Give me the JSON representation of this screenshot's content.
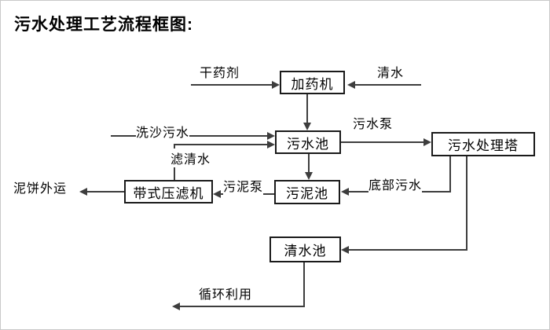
{
  "title": "污水处理工艺流程框图:",
  "colors": {
    "background": "#ffffff",
    "border": "#1a1a1a",
    "line": "#3d3d3d",
    "text": "#000000"
  },
  "diagram": {
    "nodes": [
      {
        "id": "dosing-machine",
        "label": "加药机"
      },
      {
        "id": "sewage-pool",
        "label": "污水池"
      },
      {
        "id": "sewage-treatment-tower",
        "label": "污水处理塔"
      },
      {
        "id": "sludge-pool",
        "label": "污泥池"
      },
      {
        "id": "belt-filter-press",
        "label": "带式压滤机"
      },
      {
        "id": "clean-water-pool",
        "label": "清水池"
      }
    ],
    "edge_labels": [
      {
        "id": "dry-chemical",
        "text": "干药剂"
      },
      {
        "id": "clean-water",
        "text": "清水"
      },
      {
        "id": "sand-washing-sewage",
        "text": "洗沙污水"
      },
      {
        "id": "filtered-water",
        "text": "滤清水"
      },
      {
        "id": "sewage-pump",
        "text": "污水泵"
      },
      {
        "id": "bottom-sewage",
        "text": "底部污水"
      },
      {
        "id": "sludge-pump",
        "text": "污泥泵"
      },
      {
        "id": "mud-cake-out",
        "text": "泥饼外运"
      },
      {
        "id": "recycle",
        "text": "循环利用"
      }
    ],
    "edges": [
      {
        "from": "dry-chemical-source",
        "to": "dosing-machine",
        "label": "干药剂"
      },
      {
        "from": "clean-water-source",
        "to": "dosing-machine",
        "label": "清水"
      },
      {
        "from": "dosing-machine",
        "to": "sewage-pool",
        "label": ""
      },
      {
        "from": "sand-washing-sewage-source",
        "to": "sewage-pool",
        "label": "洗沙污水"
      },
      {
        "from": "belt-filter-press",
        "to": "sewage-pool",
        "label": "滤清水"
      },
      {
        "from": "sewage-pool",
        "to": "sewage-treatment-tower",
        "label": "污水泵"
      },
      {
        "from": "sewage-pool",
        "to": "sludge-pool",
        "label": ""
      },
      {
        "from": "sewage-treatment-tower",
        "to": "sludge-pool",
        "label": "底部污水"
      },
      {
        "from": "sludge-pool",
        "to": "belt-filter-press",
        "label": "污泥泵"
      },
      {
        "from": "belt-filter-press",
        "to": "mud-cake-out",
        "label": "泥饼外运"
      },
      {
        "from": "sewage-treatment-tower",
        "to": "clean-water-pool",
        "label": ""
      },
      {
        "from": "clean-water-pool",
        "to": "recycle-out",
        "label": "循环利用"
      }
    ]
  }
}
